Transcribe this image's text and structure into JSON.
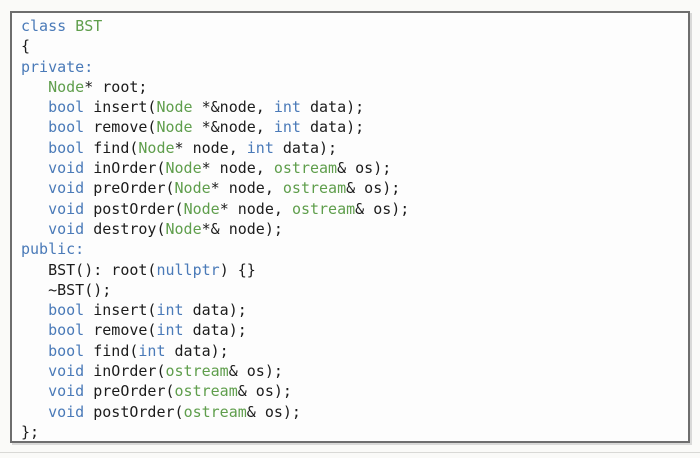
{
  "page": {
    "background": "#fafaf8",
    "box_background": "#fdfdfd",
    "border_color": "#6e6e6e"
  },
  "colors": {
    "keyword": "#4a7ab8",
    "type": "#5f9e4c",
    "plain": "#1c1c1c"
  },
  "code": {
    "language": "cpp",
    "lines": [
      [
        {
          "s": "class ",
          "c": "k"
        },
        {
          "s": "BST",
          "c": "t"
        }
      ],
      [
        {
          "s": "{",
          "c": "p"
        }
      ],
      [
        {
          "s": "private:",
          "c": "k"
        }
      ],
      [
        {
          "s": "   ",
          "c": "p"
        },
        {
          "s": "Node",
          "c": "t"
        },
        {
          "s": "* root;",
          "c": "p"
        }
      ],
      [
        {
          "s": "   ",
          "c": "p"
        },
        {
          "s": "bool",
          "c": "k"
        },
        {
          "s": " insert(",
          "c": "p"
        },
        {
          "s": "Node",
          "c": "t"
        },
        {
          "s": " *&node, ",
          "c": "p"
        },
        {
          "s": "int",
          "c": "k"
        },
        {
          "s": " data);",
          "c": "p"
        }
      ],
      [
        {
          "s": "   ",
          "c": "p"
        },
        {
          "s": "bool",
          "c": "k"
        },
        {
          "s": " remove(",
          "c": "p"
        },
        {
          "s": "Node",
          "c": "t"
        },
        {
          "s": " *&node, ",
          "c": "p"
        },
        {
          "s": "int",
          "c": "k"
        },
        {
          "s": " data);",
          "c": "p"
        }
      ],
      [
        {
          "s": "   ",
          "c": "p"
        },
        {
          "s": "bool",
          "c": "k"
        },
        {
          "s": " find(",
          "c": "p"
        },
        {
          "s": "Node",
          "c": "t"
        },
        {
          "s": "* node, ",
          "c": "p"
        },
        {
          "s": "int",
          "c": "k"
        },
        {
          "s": " data);",
          "c": "p"
        }
      ],
      [
        {
          "s": "   ",
          "c": "p"
        },
        {
          "s": "void",
          "c": "k"
        },
        {
          "s": " inOrder(",
          "c": "p"
        },
        {
          "s": "Node",
          "c": "t"
        },
        {
          "s": "* node, ",
          "c": "p"
        },
        {
          "s": "ostream",
          "c": "t"
        },
        {
          "s": "& os);",
          "c": "p"
        }
      ],
      [
        {
          "s": "   ",
          "c": "p"
        },
        {
          "s": "void",
          "c": "k"
        },
        {
          "s": " preOrder(",
          "c": "p"
        },
        {
          "s": "Node",
          "c": "t"
        },
        {
          "s": "* node, ",
          "c": "p"
        },
        {
          "s": "ostream",
          "c": "t"
        },
        {
          "s": "& os);",
          "c": "p"
        }
      ],
      [
        {
          "s": "   ",
          "c": "p"
        },
        {
          "s": "void",
          "c": "k"
        },
        {
          "s": " postOrder(",
          "c": "p"
        },
        {
          "s": "Node",
          "c": "t"
        },
        {
          "s": "* node, ",
          "c": "p"
        },
        {
          "s": "ostream",
          "c": "t"
        },
        {
          "s": "& os);",
          "c": "p"
        }
      ],
      [
        {
          "s": "   ",
          "c": "p"
        },
        {
          "s": "void",
          "c": "k"
        },
        {
          "s": " destroy(",
          "c": "p"
        },
        {
          "s": "Node",
          "c": "t"
        },
        {
          "s": "*& node);",
          "c": "p"
        }
      ],
      [
        {
          "s": "public:",
          "c": "k"
        }
      ],
      [
        {
          "s": "   BST(): root(",
          "c": "p"
        },
        {
          "s": "nullptr",
          "c": "k"
        },
        {
          "s": ") {}",
          "c": "p"
        }
      ],
      [
        {
          "s": "   ~BST();",
          "c": "p"
        }
      ],
      [
        {
          "s": "   ",
          "c": "p"
        },
        {
          "s": "bool",
          "c": "k"
        },
        {
          "s": " insert(",
          "c": "p"
        },
        {
          "s": "int",
          "c": "k"
        },
        {
          "s": " data);",
          "c": "p"
        }
      ],
      [
        {
          "s": "   ",
          "c": "p"
        },
        {
          "s": "bool",
          "c": "k"
        },
        {
          "s": " remove(",
          "c": "p"
        },
        {
          "s": "int",
          "c": "k"
        },
        {
          "s": " data);",
          "c": "p"
        }
      ],
      [
        {
          "s": "   ",
          "c": "p"
        },
        {
          "s": "bool",
          "c": "k"
        },
        {
          "s": " find(",
          "c": "p"
        },
        {
          "s": "int",
          "c": "k"
        },
        {
          "s": " data);",
          "c": "p"
        }
      ],
      [
        {
          "s": "   ",
          "c": "p"
        },
        {
          "s": "void",
          "c": "k"
        },
        {
          "s": " inOrder(",
          "c": "p"
        },
        {
          "s": "ostream",
          "c": "t"
        },
        {
          "s": "& os);",
          "c": "p"
        }
      ],
      [
        {
          "s": "   ",
          "c": "p"
        },
        {
          "s": "void",
          "c": "k"
        },
        {
          "s": " preOrder(",
          "c": "p"
        },
        {
          "s": "ostream",
          "c": "t"
        },
        {
          "s": "& os);",
          "c": "p"
        }
      ],
      [
        {
          "s": "   ",
          "c": "p"
        },
        {
          "s": "void",
          "c": "k"
        },
        {
          "s": " postOrder(",
          "c": "p"
        },
        {
          "s": "ostream",
          "c": "t"
        },
        {
          "s": "& os);",
          "c": "p"
        }
      ],
      [
        {
          "s": "};",
          "c": "p"
        }
      ]
    ]
  }
}
